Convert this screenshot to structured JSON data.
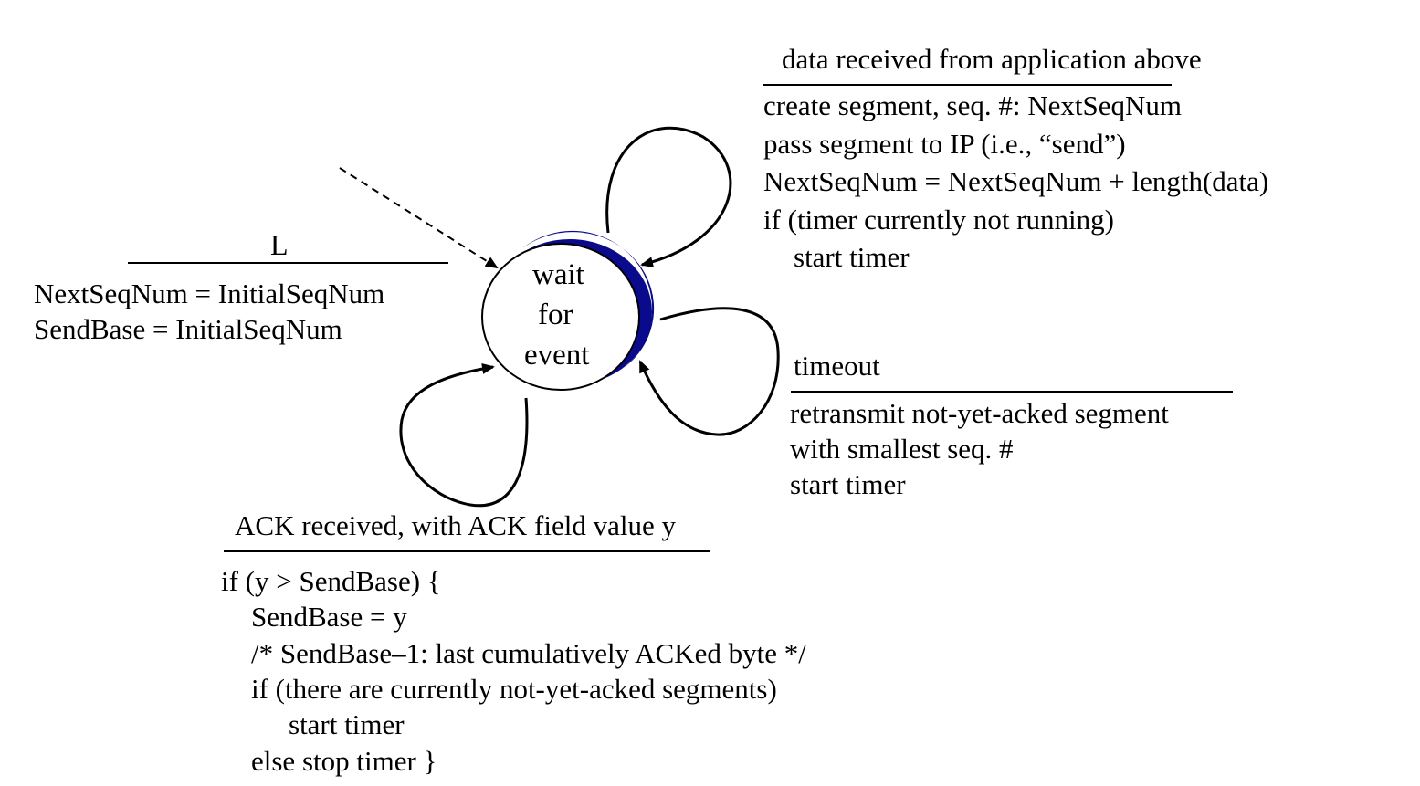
{
  "state": {
    "label_lines": [
      "wait",
      "for",
      "event"
    ]
  },
  "init_transition": {
    "event": "L",
    "actions": [
      "NextSeqNum = InitialSeqNum",
      "SendBase = InitialSeqNum"
    ]
  },
  "data_transition": {
    "event": "data received from application above",
    "actions": [
      "create segment, seq. #: NextSeqNum",
      "pass segment to IP (i.e., “send”)",
      "NextSeqNum = NextSeqNum + length(data)",
      "if (timer currently not running)",
      "start timer"
    ]
  },
  "timeout_transition": {
    "event": "timeout",
    "actions": [
      "retransmit not-yet-acked segment",
      "with smallest seq. #",
      "start timer"
    ]
  },
  "ack_transition": {
    "event": "ACK received, with ACK field value y",
    "actions": [
      "if (y > SendBase) {",
      "SendBase = y",
      "/* SendBase–1: last cumulatively ACKed byte */",
      "if (there are currently not-yet-acked segments)",
      "start timer",
      "else stop timer }"
    ]
  },
  "colors": {
    "state_shadow": "#0a0a8c",
    "line": "#000000",
    "background": "#ffffff"
  }
}
